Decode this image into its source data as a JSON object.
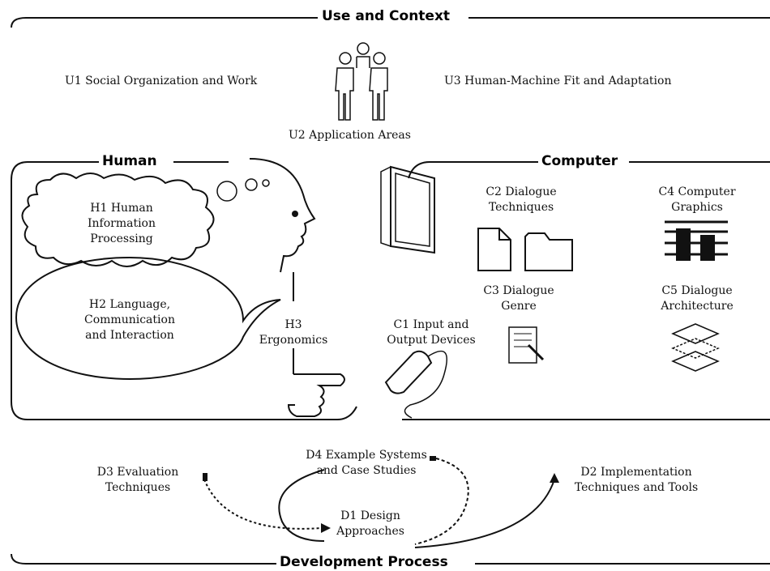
{
  "sections": {
    "use_context": "Use and Context",
    "human": "Human",
    "computer": "Computer",
    "development": "Development Process"
  },
  "use_context_items": {
    "u1": "U1 Social Organization and Work",
    "u2": "U2 Application Areas",
    "u3": "U3 Human-Machine Fit and Adaptation"
  },
  "human_items": {
    "h1": [
      "H1 Human",
      "Information",
      "Processing"
    ],
    "h2": [
      "H2 Language,",
      "Communication",
      "and Interaction"
    ],
    "h3": [
      "H3",
      "Ergonomics"
    ]
  },
  "computer_items": {
    "c1": [
      "C1 Input and",
      "Output Devices"
    ],
    "c2": [
      "C2 Dialogue",
      "Techniques"
    ],
    "c3": [
      "C3 Dialogue",
      "Genre"
    ],
    "c4": [
      "C4 Computer",
      "Graphics"
    ],
    "c5": [
      "C5 Dialogue",
      "Architecture"
    ]
  },
  "development_items": {
    "d1": [
      "D1 Design",
      "Approaches"
    ],
    "d2": [
      "D2 Implementation",
      "Techniques and Tools"
    ],
    "d3": [
      "D3 Evaluation",
      "Techniques"
    ],
    "d4": [
      "D4 Example Systems",
      "and Case Studies"
    ]
  },
  "icons": [
    "people-group-icon",
    "head-profile-icon",
    "hand-icon",
    "monitor-icon",
    "mouse-icon",
    "document-icon",
    "folder-icon",
    "graphics-icon",
    "layers-icon",
    "notepad-icon"
  ],
  "colors": {
    "ink": "#111111",
    "background": "#ffffff"
  }
}
